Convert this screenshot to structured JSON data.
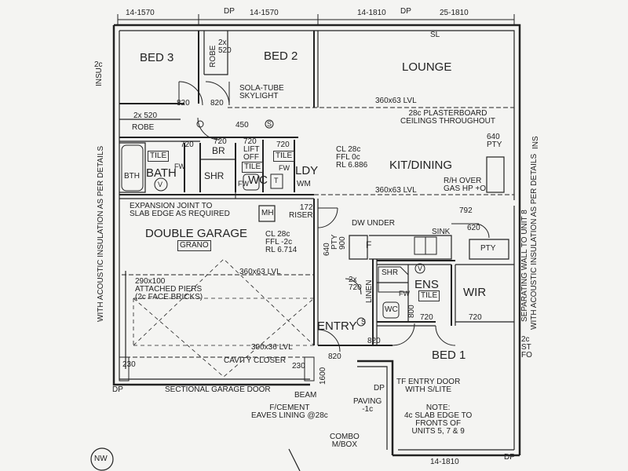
{
  "dims": {
    "top": [
      "14-1570",
      "14-1570",
      "14-1810",
      "25-1810"
    ],
    "dp": "DP",
    "sl": "SL",
    "bottom": "14-1810",
    "left_2c": "2c"
  },
  "rooms": {
    "bed3": "BED 3",
    "bed2": "BED 2",
    "lounge": "LOUNGE",
    "robe_v": "ROBE",
    "robe_h": "ROBE",
    "robe_dim": "2x\n520",
    "robe2_dim": "2x 520",
    "bath": "BATH",
    "bth": "BTH",
    "tile1": "TILE",
    "tile2": "TILE",
    "tile3": "TILE",
    "tile4": "TILE",
    "br": "BR",
    "shr1": "SHR",
    "lift_off": "LIFT\nOFF",
    "wc1": "WC",
    "ldy": "LDY",
    "wm": "WM",
    "kit_dining": "KIT/DINING",
    "mh": "MH",
    "riser": "172\nRISER",
    "double_garage": "DOUBLE GARAGE",
    "grano": "GRANO",
    "dw_under": "DW UNDER",
    "sink": "SINK",
    "pty1": "PTY",
    "pty2": "PTY",
    "pty3": "PTY",
    "shr2": "SHR",
    "ens": "ENS",
    "wir": "WIR",
    "linen": "LINEN",
    "wc2": "WC",
    "entry": "ENTRY",
    "bed1": "BED 1",
    "f": "F"
  },
  "notes": {
    "solatube": "SOLA-TUBE\nSKYLIGHT",
    "plaster": "28c PLASTERBOARD\nCEILINGS THROUGHOUT",
    "lvl_top": "360x63 LVL",
    "cl_kit": "CL 28c\nFFL 0c\nRL 6.886",
    "lvl_kit": "360x63 LVL",
    "rh_oven": "R/H OVER\nGAS HP +O",
    "pty_640": "640\nPTY",
    "expansion": "EXPANSION JOINT TO\nSLAB EDGE AS REQUIRED",
    "cl_garage": "CL 28c\nFFL -2c\nRL 6.714",
    "lvl_garage": "360x63 LVL",
    "piers": "290x100\nATTACHED PIERS\n(2c FACE BRICKS)",
    "lvl_300": "300x36 LVL",
    "cavity": "CAVITY CLOSER",
    "sectional": "SECTIONAL GARAGE DOOR",
    "beam": "BEAM",
    "fcement": "F/CEMENT\nEAVES LINING @28c",
    "combo": "COMBO\nM/BOX",
    "paving": "PAVING\n-1c",
    "tf_entry": "TF ENTRY DOOR\nWITH S/LITE",
    "note_slab": "NOTE:\n4c SLAB EDGE TO\nFRONTS OF\nUNITS 5, 7 & 9",
    "left_insul": "WITH ACOUSTIC INSULATION AS PER DETAILS",
    "right_sep": "SEPARATING WALL TO UNIT 8",
    "right_insul": "WITH ACOUSTIC INSULATION AS PER DETAILS",
    "right_st": "2c\nST\nFO",
    "nw": "NW",
    "ins_left": "INSU",
    "ins_right": "INS"
  },
  "numbers": {
    "d820a": "820",
    "d820b": "820",
    "d720a": "720",
    "d720b": "720",
    "d720c": "720",
    "d720d": "720",
    "d450": "450",
    "d900": "900",
    "d640": "640",
    "d620": "620",
    "d792": "792",
    "d2x720": "2x\n720",
    "d800": "800",
    "d820c": "820",
    "d720e": "720",
    "d720f": "720",
    "d820d": "820",
    "d230a": "230",
    "d230b": "230",
    "d1600": "1600",
    "d720g": "720"
  },
  "symbols": {
    "fw1": "FW",
    "fw2": "FW",
    "fw3": "FW",
    "fw4": "FW",
    "v1": "V",
    "v2": "V",
    "t": "T",
    "s1": "S",
    "s2": "S"
  }
}
